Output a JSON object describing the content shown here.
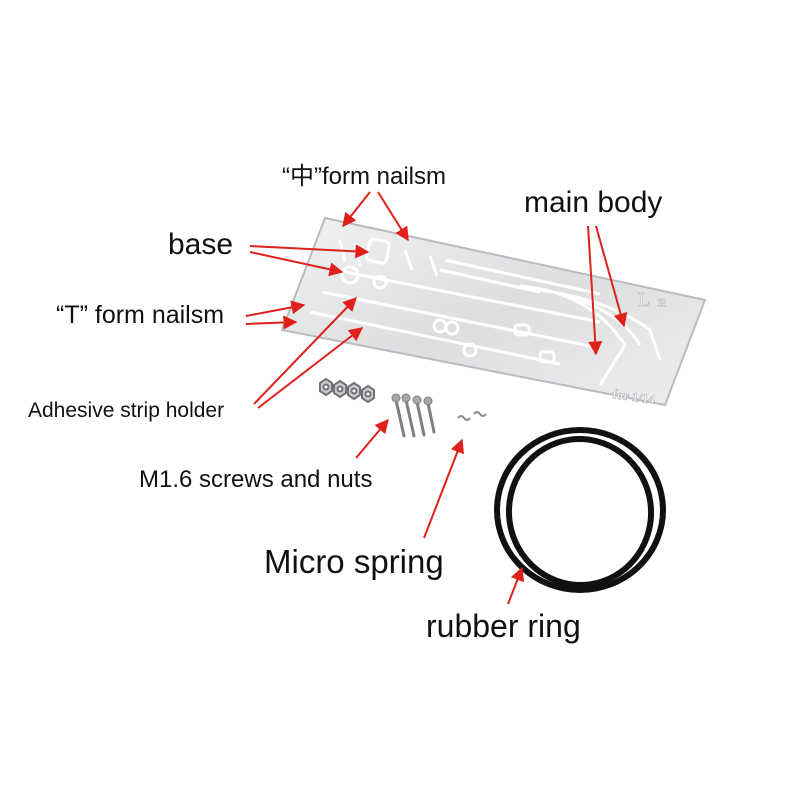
{
  "labels": {
    "zhong_nail": "“中”form nailsm",
    "main_body": "main body",
    "base": "base",
    "t_nail": "“T” form nailsm",
    "adhesive": "Adhesive strip holder",
    "screws": "M1.6 screws and nuts",
    "spring": "Micro spring",
    "rubber": "rubber ring"
  },
  "plate_marks": {
    "side": "L",
    "side_small": "左",
    "scale": "for 1/14"
  },
  "colors": {
    "plate": "#e3e4e6",
    "plate_edge": "#bfc1c4",
    "arrow": "#e0201b",
    "ring": "#111111",
    "hardware": "#9a9ca0"
  }
}
